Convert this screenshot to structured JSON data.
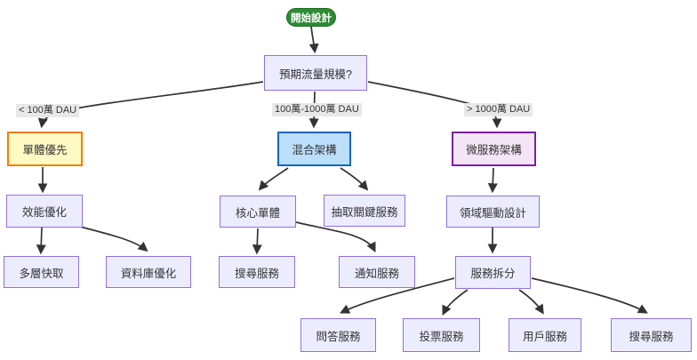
{
  "diagram": {
    "type": "flowchart",
    "nodes": {
      "start": "開始設計",
      "traffic_question": "預期流量規模?",
      "monolith_first": "單體優先",
      "hybrid_arch": "混合架構",
      "microservices_arch": "微服務架構",
      "performance_opt": "效能優化",
      "multilayer_cache": "多層快取",
      "database_opt": "資料庫優化",
      "core_monolith": "核心單體",
      "extract_key_services": "抽取關鍵服務",
      "search_service": "搜尋服務",
      "notification_service": "通知服務",
      "domain_driven_design": "領域驅動設計",
      "service_split": "服務拆分",
      "qa_service": "問答服務",
      "voting_service": "投票服務",
      "user_service": "用戶服務",
      "search_service_2": "搜尋服務"
    },
    "edge_labels": {
      "lt_1m_dau": "< 100萬 DAU",
      "mid_dau": "100萬-1000萬 DAU",
      "gt_10m_dau": "> 1000萬 DAU"
    },
    "edges": [
      {
        "from": "開始設計",
        "to": "預期流量規模?"
      },
      {
        "from": "預期流量規模?",
        "to": "單體優先",
        "label": "< 100萬 DAU"
      },
      {
        "from": "預期流量規模?",
        "to": "混合架構",
        "label": "100萬-1000萬 DAU"
      },
      {
        "from": "預期流量規模?",
        "to": "微服務架構",
        "label": "> 1000萬 DAU"
      },
      {
        "from": "單體優先",
        "to": "效能優化"
      },
      {
        "from": "效能優化",
        "to": "多層快取"
      },
      {
        "from": "效能優化",
        "to": "資料庫優化"
      },
      {
        "from": "混合架構",
        "to": "核心單體"
      },
      {
        "from": "混合架構",
        "to": "抽取關鍵服務"
      },
      {
        "from": "核心單體",
        "to": "搜尋服務"
      },
      {
        "from": "核心單體",
        "to": "通知服務"
      },
      {
        "from": "微服務架構",
        "to": "領域驅動設計"
      },
      {
        "from": "領域驅動設計",
        "to": "服務拆分"
      },
      {
        "from": "服務拆分",
        "to": "問答服務"
      },
      {
        "from": "服務拆分",
        "to": "投票服務"
      },
      {
        "from": "服務拆分",
        "to": "用戶服務"
      },
      {
        "from": "服務拆分",
        "to": "搜尋服務"
      }
    ],
    "colors": {
      "default_node_fill": "#ECECFF",
      "default_node_border": "#9370DB",
      "start_fill": "#2E8B33",
      "start_border": "#1F6B24",
      "monolith_fill": "#FFF9C4",
      "monolith_border": "#F57C00",
      "hybrid_fill": "#BBDEFB",
      "hybrid_border": "#1565C0",
      "microservices_fill": "#F3E5F5",
      "microservices_border": "#7B1FA2",
      "edge_color": "#333333",
      "edge_label_bg": "#E8E8E8",
      "text_color": "#333333"
    }
  }
}
